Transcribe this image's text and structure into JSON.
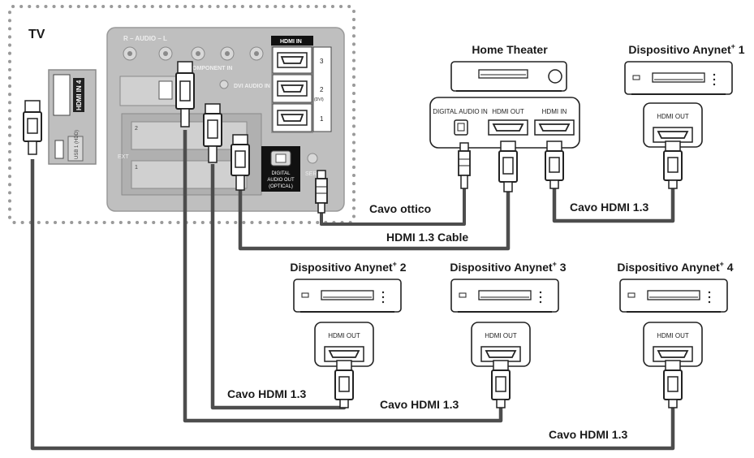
{
  "tv": {
    "label": "TV",
    "side_port": "HDMI IN 4",
    "usb_port": "USB 1 (HDD)",
    "panel": {
      "audio_label": "R – AUDIO – L",
      "component_label": "COMPONENT IN",
      "dvi_audio_label": "DVI AUDIO IN",
      "hdmi_in_label": "HDMI IN",
      "hdmi_numbers": [
        "3",
        "2",
        "1"
      ],
      "hdmi2_sub": "(DVI)",
      "ext_label": "EXT",
      "ext_numbers": [
        "2",
        "1"
      ],
      "optical_label": [
        "DIGITAL",
        "AUDIO OUT",
        "(OPTICAL)"
      ],
      "service_label": "SERV"
    }
  },
  "home_theater": {
    "title": "Home Theater",
    "ports": [
      "DIGITAL AUDIO IN",
      "HDMI OUT",
      "HDMI IN"
    ]
  },
  "devices": [
    {
      "title": "Dispositivo Anynet",
      "sup": "+",
      "num": " 1",
      "port": "HDMI OUT"
    },
    {
      "title": "Dispositivo Anynet",
      "sup": "+",
      "num": " 2",
      "port": "HDMI OUT"
    },
    {
      "title": "Dispositivo Anynet",
      "sup": "+",
      "num": " 3",
      "port": "HDMI OUT"
    },
    {
      "title": "Dispositivo Anynet",
      "sup": "+",
      "num": " 4",
      "port": "HDMI OUT"
    }
  ],
  "cables": {
    "optical": "Cavo ottico",
    "ht_tv": "HDMI 1.3 Cable",
    "ht_dev1": "Cavo HDMI 1.3",
    "dev2": "Cavo HDMI 1.3",
    "dev3": "Cavo HDMI 1.3",
    "dev4": "Cavo HDMI 1.3"
  },
  "colors": {
    "cable": "#4d4d4d",
    "panel": "#bfbfbf",
    "text": "#1a1a1a"
  }
}
